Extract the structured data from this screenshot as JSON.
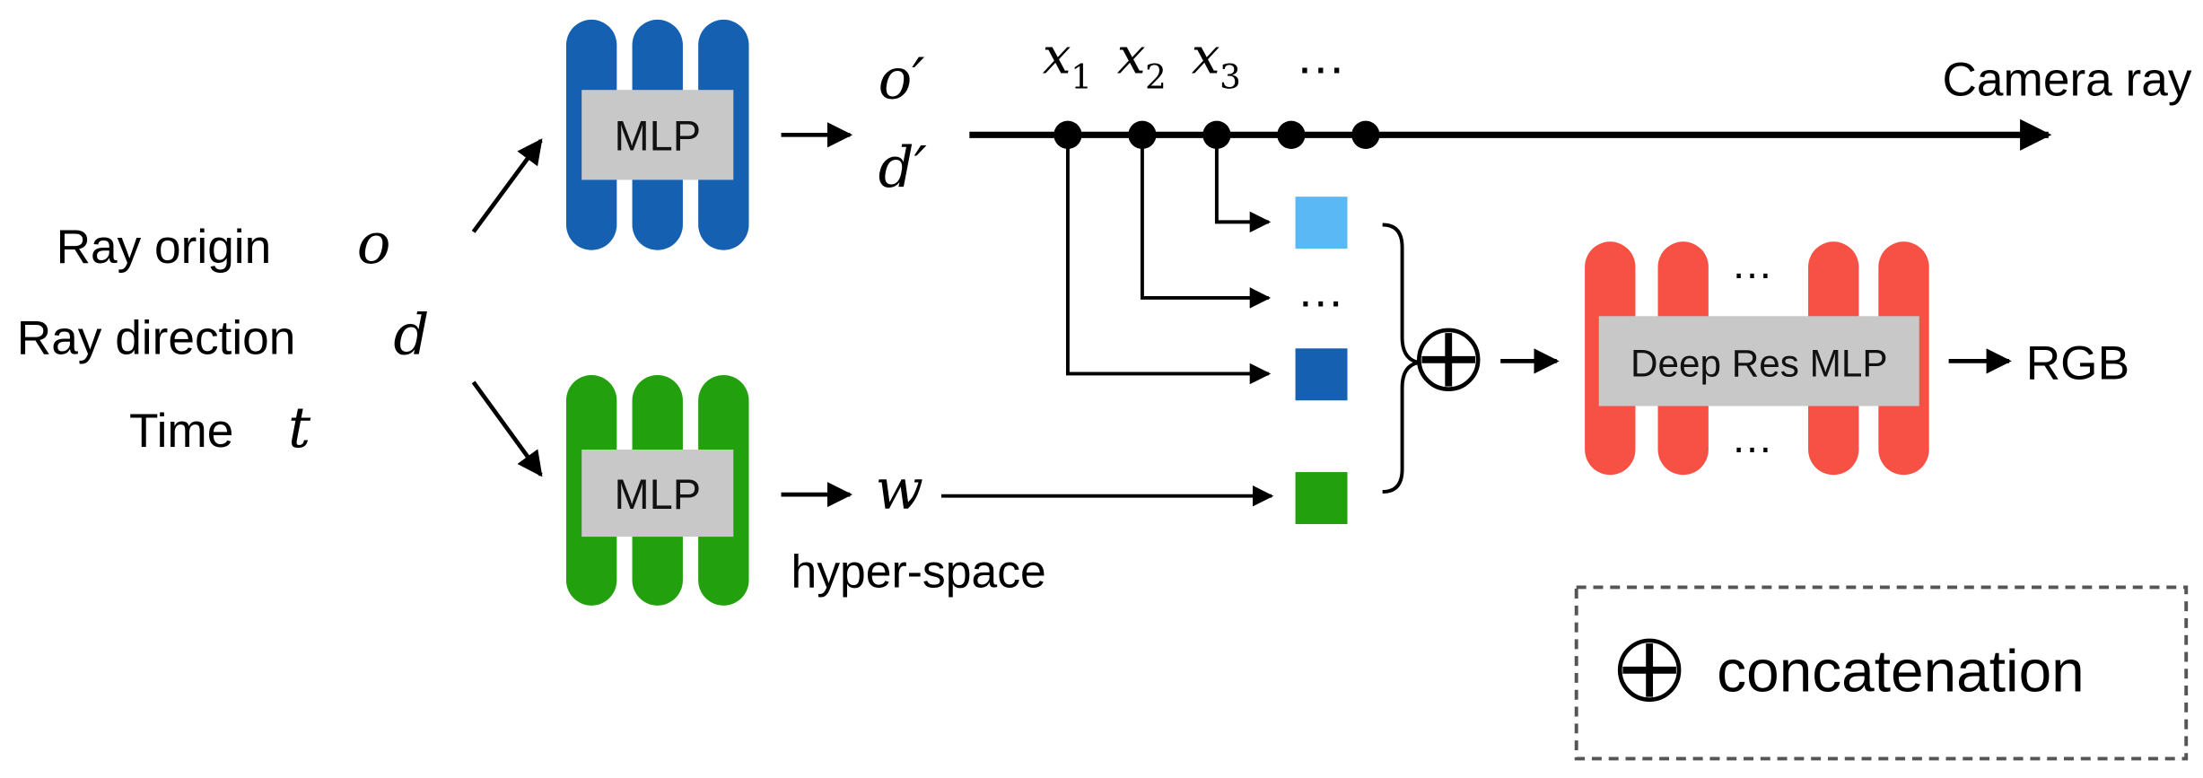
{
  "inputs": {
    "ray_origin": {
      "label": "Ray origin",
      "symbol": "o"
    },
    "ray_direction": {
      "label": "Ray direction",
      "symbol": "d"
    },
    "time": {
      "label": "Time",
      "symbol": "t"
    }
  },
  "top_mlp": {
    "label": "MLP",
    "color": "#1560b0"
  },
  "bottom_mlp": {
    "label": "MLP",
    "color": "#22a00e"
  },
  "top_outputs": {
    "o_prime": "o′",
    "d_prime": "d′"
  },
  "bottom_output": {
    "symbol": "w",
    "caption": "hyper-space"
  },
  "ray": {
    "label": "Camera ray",
    "samples": [
      {
        "base": "x",
        "sub": "1"
      },
      {
        "base": "x",
        "sub": "2"
      },
      {
        "base": "x",
        "sub": "3"
      }
    ],
    "ellipsis": "…"
  },
  "feature_squares": {
    "colors": {
      "x3": "#5ab8f5",
      "x1": "#1560b0",
      "w": "#22a00e"
    },
    "ellipsis": "…"
  },
  "deep_mlp": {
    "label": "Deep Res MLP",
    "color": "#f75145",
    "top_ellipsis": "…",
    "bottom_ellipsis": "…"
  },
  "output": {
    "label": "RGB"
  },
  "legend": {
    "label": "concatenation"
  }
}
